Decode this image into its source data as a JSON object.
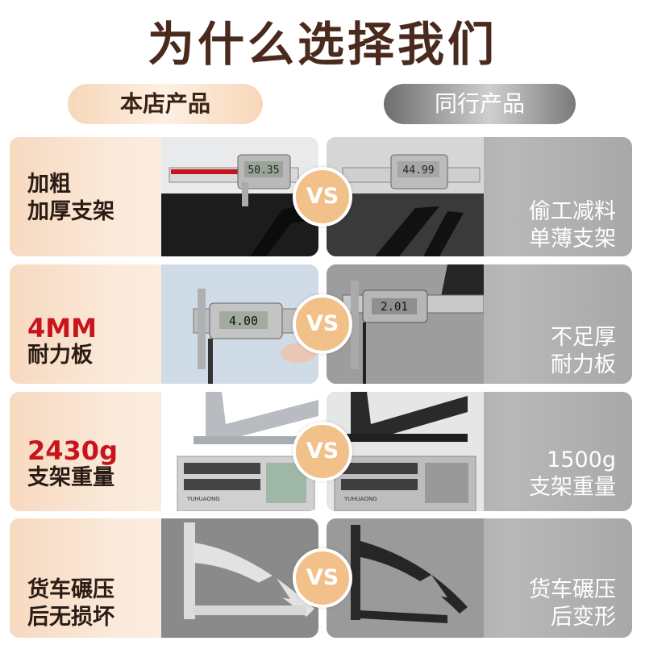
{
  "title": "为什么选择我们",
  "headers": {
    "ours": "本店产品",
    "theirs": "同行产品"
  },
  "vs_label": "VS",
  "rows": [
    {
      "left_lines": [
        "加粗",
        "加厚支架"
      ],
      "right_lines": [
        "偷工减料",
        "单薄支架"
      ],
      "caliper_left": "50.35",
      "caliper_right": "44.99"
    },
    {
      "left_lines": [
        "4MM",
        "耐力板"
      ],
      "right_lines": [
        "不足厚",
        "耐力板"
      ],
      "caliper_left": "4.00",
      "caliper_right": "2.01"
    },
    {
      "left_lines": [
        "2430g",
        "支架重量"
      ],
      "right_lines": [
        "1500g",
        "支架重量"
      ],
      "scale_brand": "YUHUAONG"
    },
    {
      "left_lines": [
        "货车碾压",
        "后无损坏"
      ],
      "right_lines": [
        "货车碾压",
        "后变形"
      ]
    }
  ],
  "colors": {
    "title": "#4a2a1c",
    "highlight_red": "#c8141c",
    "vs_badge": "#f2c189"
  }
}
